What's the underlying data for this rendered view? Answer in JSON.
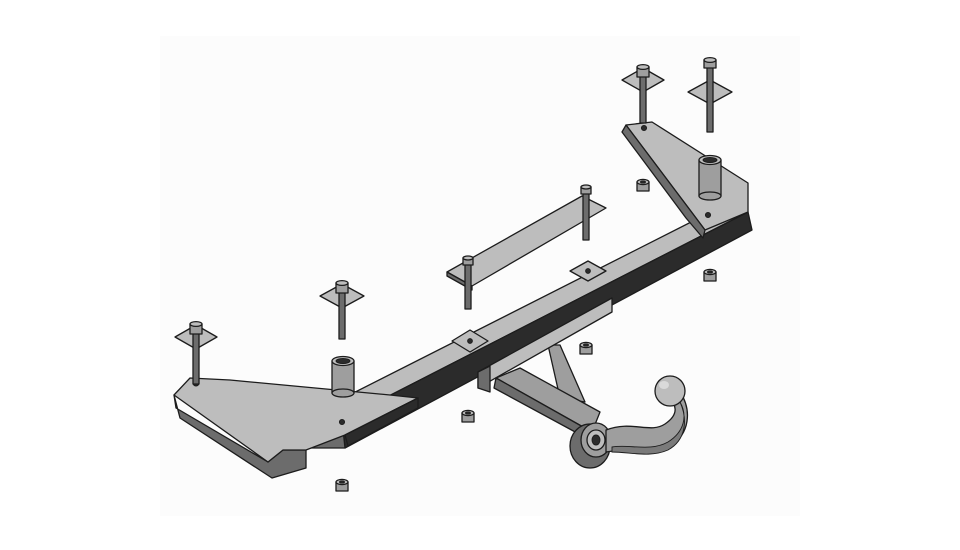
{
  "figure": {
    "colors": {
      "background": "#ffffff",
      "panel": "#fcfcfc",
      "metal_top": "#bdbdbd",
      "metal_mid": "#9e9e9e",
      "metal_side": "#6c6c6c",
      "metal_dark": "#2b2b2b",
      "outline": "#1c1c1c"
    },
    "parts": [
      "main-crossbar",
      "left-bracket-plate",
      "right-bracket-plate",
      "center-clamp-plate",
      "drawbar-arm",
      "tow-ball",
      "mounting-bolt",
      "mounting-nut",
      "spacer-tube"
    ]
  }
}
